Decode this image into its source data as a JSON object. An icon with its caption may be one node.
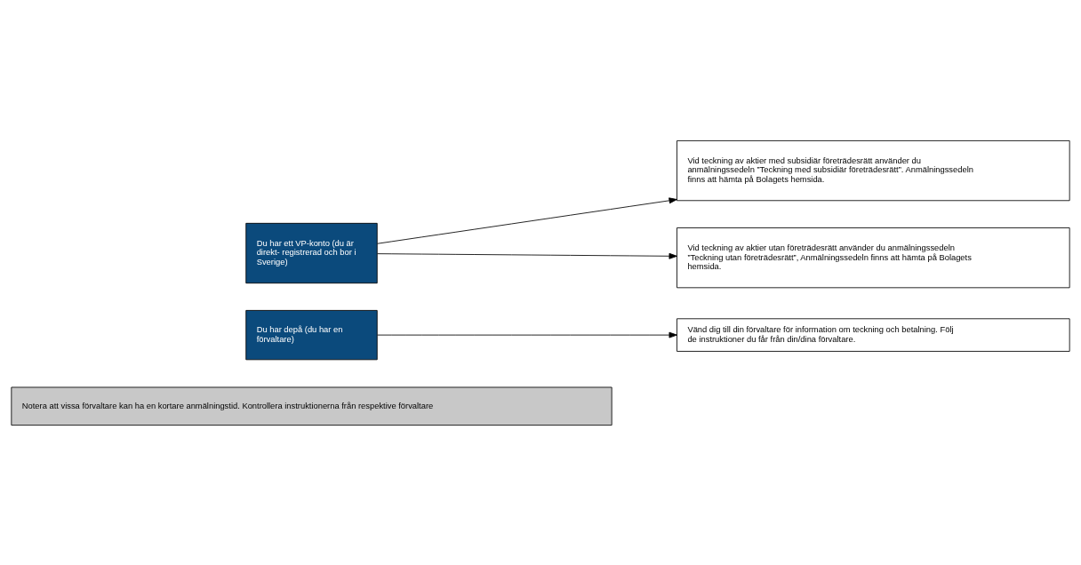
{
  "diagram": {
    "nodes": [
      {
        "text": [
          "Du har ett VP-konto (du är direkt- registrerad och bor i Sverige)"
        ]
      },
      {
        "text": [
          "Vid teckning av aktier med subsidiär företrädesrätt använder du anmälningssedeln ”Teckning med subsidiär företrädesrätt”. Anmälningssedeln finns att hämta på Bolagets hemsida."
        ]
      },
      {
        "text": [
          "Vid teckning av aktier utan företrädesrätt använder du anmälningssedeln ”Teckning utan företrädesrätt”, Anmälningssedeln finns att hämta på Bolagets hemsida."
        ]
      },
      {
        "text": [
          "Du har depå (du har en förvaltare)"
        ]
      },
      {
        "text": [
          "Vänd dig till din förvaltare för information om teckning och betalning. Följ de instruktioner du får från din/dina förvaltare."
        ]
      },
      {
        "text": [
          "Notera att vissa förvaltare kan ha en kortare anmälningstid. Kontrollera instruktionerna från respektive förvaltare"
        ]
      }
    ],
    "edges": [
      {
        "from": 0,
        "to": 1,
        "arrow": "to"
      },
      {
        "from": 0,
        "to": 2,
        "arrow": "to"
      },
      {
        "from": 3,
        "to": 4,
        "arrow": "to"
      }
    ]
  }
}
